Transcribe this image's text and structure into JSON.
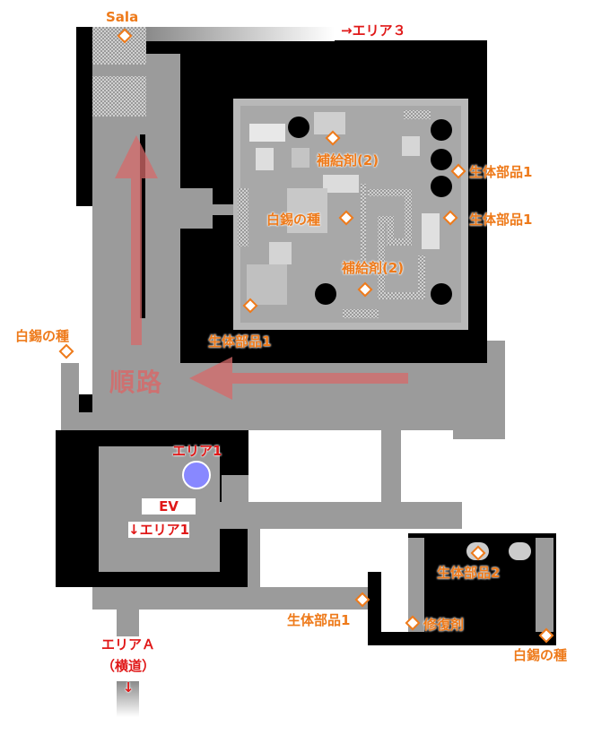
{
  "map": {
    "labels": {
      "sala": "Sala",
      "to_area3": "→エリア３",
      "ration2_a": "補給剤(2)",
      "bio1_a": "生体部品1",
      "tin_seed_a": "白錫の種",
      "bio1_b": "生体部品1",
      "ration2_b": "補給剤(2)",
      "bio1_c": "生体部品1",
      "tin_seed_b": "白錫の種",
      "route": "順路",
      "area1_marker": "エリア1",
      "ev": "EV",
      "ev_down": "↓エリア1",
      "bio2": "生体部品2",
      "bio1_d": "生体部品1",
      "repair": "修復剤",
      "tin_seed_c": "白錫の種",
      "areaA_line1": "エリアＡ",
      "areaA_line2": "（横道）",
      "areaA_arrow": "↓"
    },
    "colors": {
      "item_label": "#ee7a1a",
      "exit_label": "#e01818",
      "route_arrow": "#d66a6a",
      "marker": "#8888ff",
      "wall": "#000000",
      "floor": "#9b9b9b"
    }
  }
}
